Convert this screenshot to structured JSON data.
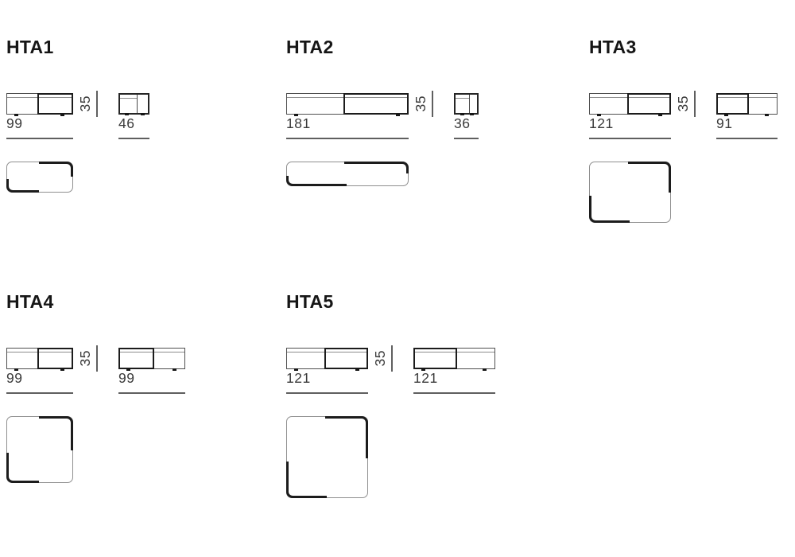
{
  "sheet": {
    "background": "#ffffff",
    "colors": {
      "title_text": "#161616",
      "dimension_text": "#3a3a3a",
      "thin_line": "#8f8f8f",
      "thick_line": "#1c1c1c",
      "dim_line": "#5f5f5f"
    }
  },
  "modules": [
    {
      "id": "HTA1",
      "title": "HTA1",
      "height_label": "35",
      "views": [
        {
          "style": "front",
          "box": "right",
          "width_cm": 99,
          "label": "99"
        },
        {
          "style": "side",
          "box": "left",
          "width_cm": 46,
          "label": "46"
        }
      ],
      "plan": {
        "width_cm": 99,
        "depth_cm": 46
      }
    },
    {
      "id": "HTA2",
      "title": "HTA2",
      "height_label": "35",
      "views": [
        {
          "style": "front",
          "box": "right",
          "width_cm": 181,
          "label": "181"
        },
        {
          "style": "side",
          "box": "left",
          "width_cm": 36,
          "label": "36"
        }
      ],
      "plan": {
        "width_cm": 181,
        "depth_cm": 36
      }
    },
    {
      "id": "HTA3",
      "title": "HTA3",
      "height_label": "35",
      "views": [
        {
          "style": "front",
          "box": "right",
          "width_cm": 121,
          "label": "121"
        },
        {
          "style": "front",
          "box": "left",
          "width_cm": 91,
          "label": "91"
        }
      ],
      "plan": {
        "width_cm": 121,
        "depth_cm": 91
      }
    },
    {
      "id": "HTA4",
      "title": "HTA4",
      "height_label": "35",
      "views": [
        {
          "style": "front",
          "box": "right",
          "width_cm": 99,
          "label": "99"
        },
        {
          "style": "front",
          "box": "left",
          "width_cm": 99,
          "label": "99"
        }
      ],
      "plan": {
        "width_cm": 99,
        "depth_cm": 99
      }
    },
    {
      "id": "HTA5",
      "title": "HTA5",
      "height_label": "35",
      "views": [
        {
          "style": "front",
          "box": "right",
          "width_cm": 121,
          "label": "121"
        },
        {
          "style": "front",
          "box": "left",
          "width_cm": 121,
          "label": "121"
        }
      ],
      "plan": {
        "width_cm": 121,
        "depth_cm": 121
      }
    }
  ]
}
